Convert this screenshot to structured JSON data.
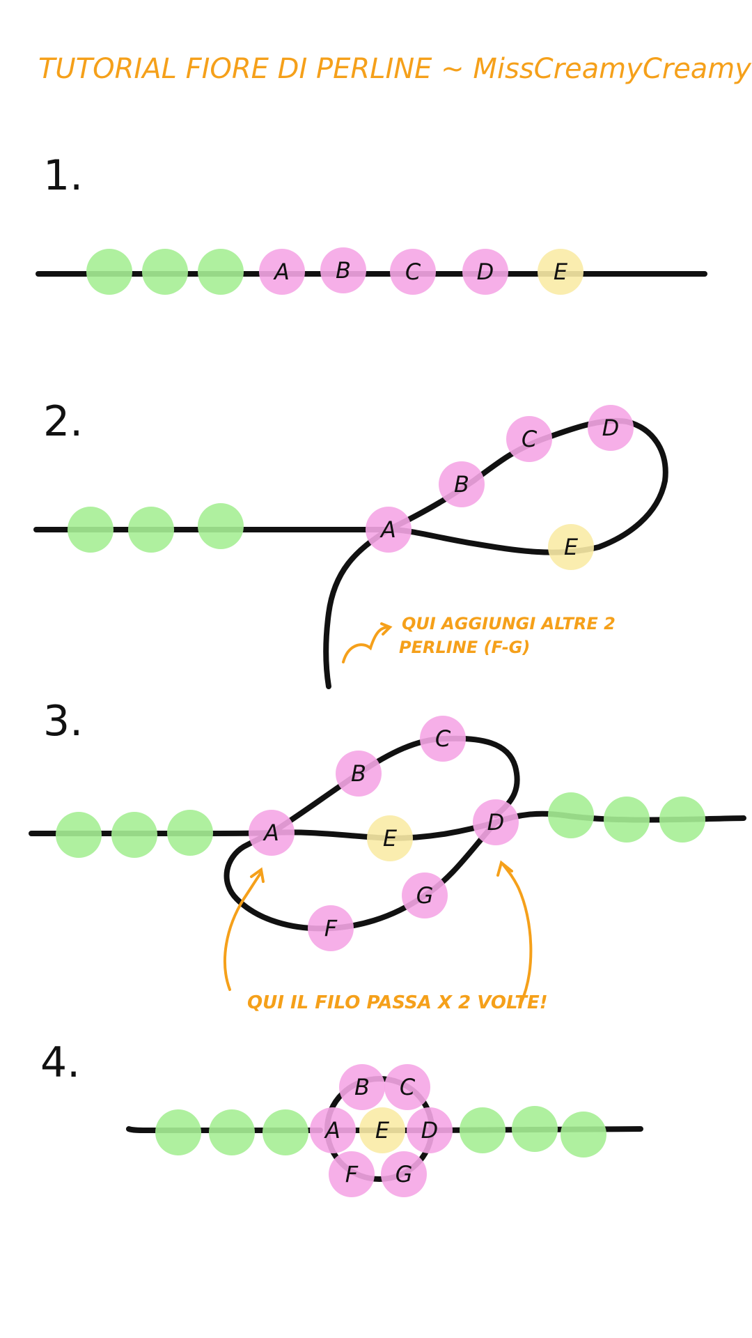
{
  "title": "TUTORIAL FIORE DI PERLINE ~ MissCreamyCreamy",
  "colors": {
    "accent": "#F5A01A",
    "thread": "#111111",
    "green_bead": "#A6EE95",
    "pink_bead": "#F5A6E6",
    "yellow_bead": "#FAEBA6"
  },
  "steps": [
    {
      "label": "1.",
      "beads": [
        {
          "color": "green",
          "letter": ""
        },
        {
          "color": "green",
          "letter": ""
        },
        {
          "color": "green",
          "letter": ""
        },
        {
          "color": "pink",
          "letter": "A"
        },
        {
          "color": "pink",
          "letter": "B"
        },
        {
          "color": "pink",
          "letter": "C"
        },
        {
          "color": "pink",
          "letter": "D"
        },
        {
          "color": "yellow",
          "letter": "E"
        }
      ]
    },
    {
      "label": "2.",
      "beads": [
        {
          "color": "green",
          "letter": ""
        },
        {
          "color": "green",
          "letter": ""
        },
        {
          "color": "green",
          "letter": ""
        },
        {
          "color": "pink",
          "letter": "A"
        },
        {
          "color": "pink",
          "letter": "B"
        },
        {
          "color": "pink",
          "letter": "C"
        },
        {
          "color": "pink",
          "letter": "D"
        },
        {
          "color": "yellow",
          "letter": "E"
        }
      ],
      "note": {
        "line1": "QUI AGGIUNGI ALTRE 2",
        "line2": "PERLINE (F-G)"
      }
    },
    {
      "label": "3.",
      "beads": [
        {
          "color": "green",
          "letter": ""
        },
        {
          "color": "green",
          "letter": ""
        },
        {
          "color": "green",
          "letter": ""
        },
        {
          "color": "pink",
          "letter": "A"
        },
        {
          "color": "pink",
          "letter": "B"
        },
        {
          "color": "pink",
          "letter": "C"
        },
        {
          "color": "yellow",
          "letter": "E"
        },
        {
          "color": "pink",
          "letter": "D"
        },
        {
          "color": "pink",
          "letter": "G"
        },
        {
          "color": "pink",
          "letter": "F"
        },
        {
          "color": "green",
          "letter": ""
        },
        {
          "color": "green",
          "letter": ""
        },
        {
          "color": "green",
          "letter": ""
        }
      ],
      "note": {
        "line1": "QUI IL FILO PASSA X 2 VOLTE!"
      }
    },
    {
      "label": "4.",
      "beads": [
        {
          "color": "green",
          "letter": ""
        },
        {
          "color": "green",
          "letter": ""
        },
        {
          "color": "green",
          "letter": ""
        },
        {
          "color": "pink",
          "letter": "B"
        },
        {
          "color": "pink",
          "letter": "C"
        },
        {
          "color": "pink",
          "letter": "A"
        },
        {
          "color": "yellow",
          "letter": "E"
        },
        {
          "color": "pink",
          "letter": "D"
        },
        {
          "color": "pink",
          "letter": "F"
        },
        {
          "color": "pink",
          "letter": "G"
        },
        {
          "color": "green",
          "letter": ""
        },
        {
          "color": "green",
          "letter": ""
        },
        {
          "color": "green",
          "letter": ""
        }
      ]
    }
  ]
}
